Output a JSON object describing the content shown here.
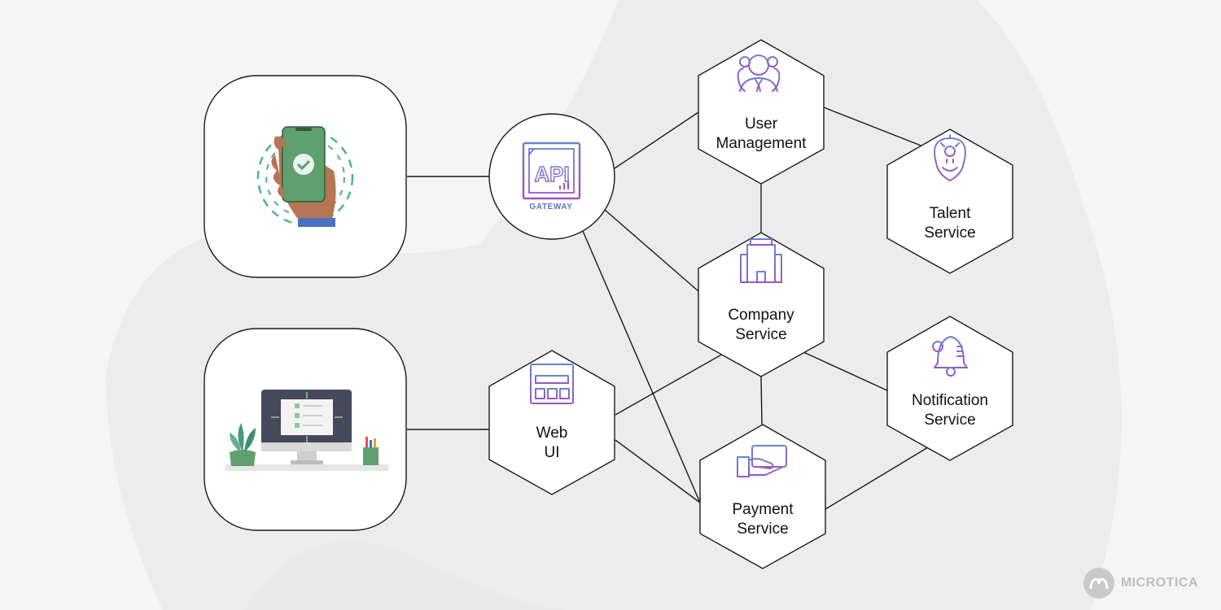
{
  "gateway": {
    "icon": "api-gateway-icon",
    "api_text": "API",
    "caption": "GATEWAY"
  },
  "services": [
    {
      "id": "user",
      "line1": "User",
      "line2": "Management",
      "icon": "users-group-icon"
    },
    {
      "id": "talent",
      "line1": "Talent",
      "line2": "Service",
      "icon": "lightbulb-head-icon"
    },
    {
      "id": "company",
      "line1": "Company",
      "line2": "Service",
      "icon": "office-building-icon"
    },
    {
      "id": "notification",
      "line1": "Notification",
      "line2": "Service",
      "icon": "bell-icon"
    },
    {
      "id": "payment",
      "line1": "Payment",
      "line2": "Service",
      "icon": "credit-card-hand-icon"
    },
    {
      "id": "webui",
      "line1": "Web",
      "line2": "UI",
      "icon": "browser-window-icon"
    }
  ],
  "clients": [
    {
      "id": "mobile",
      "icon": "mobile-phone-checkmark-icon"
    },
    {
      "id": "desktop",
      "icon": "desktop-computer-icon"
    }
  ],
  "brand": {
    "name": "MICROTICA",
    "icon": "microtica-logo-icon"
  },
  "colors": {
    "background": "#f5f5f6",
    "blob": "#ececec",
    "icon_purple": "#8e5bc7",
    "icon_blue": "#5d74c4",
    "phone_green": "#5fa06e",
    "skin": "#b67555"
  }
}
